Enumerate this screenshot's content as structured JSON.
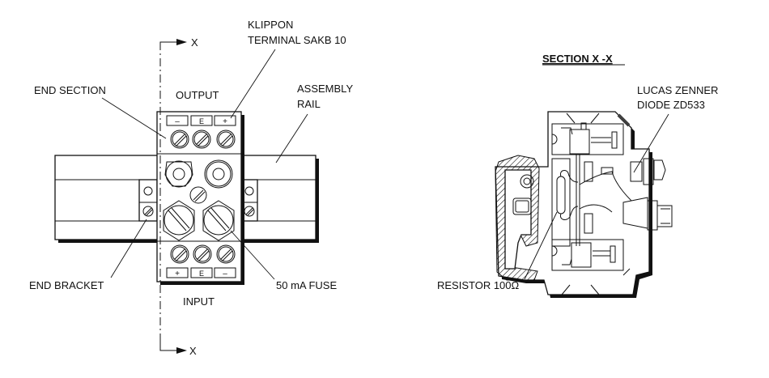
{
  "figure": {
    "section_marker": "X",
    "left_view": {
      "labels": {
        "klippon": [
          "KLIPPON",
          "TERMINAL SAKB 10"
        ],
        "end_section": "END SECTION",
        "output": "OUTPUT",
        "assembly_rail": [
          "ASSEMBLY",
          "RAIL"
        ],
        "end_bracket": "END BRACKET",
        "fuse": "50 mA FUSE",
        "input": "INPUT"
      },
      "output_terminals": [
        "–",
        "E",
        "+"
      ],
      "input_terminals": [
        "+",
        "E",
        "–"
      ]
    },
    "right_view": {
      "title": "SECTION X -X",
      "labels": {
        "zener": [
          "LUCAS ZENNER",
          "DIODE ZD533"
        ],
        "resistor": "RESISTOR 100Ω"
      }
    }
  }
}
